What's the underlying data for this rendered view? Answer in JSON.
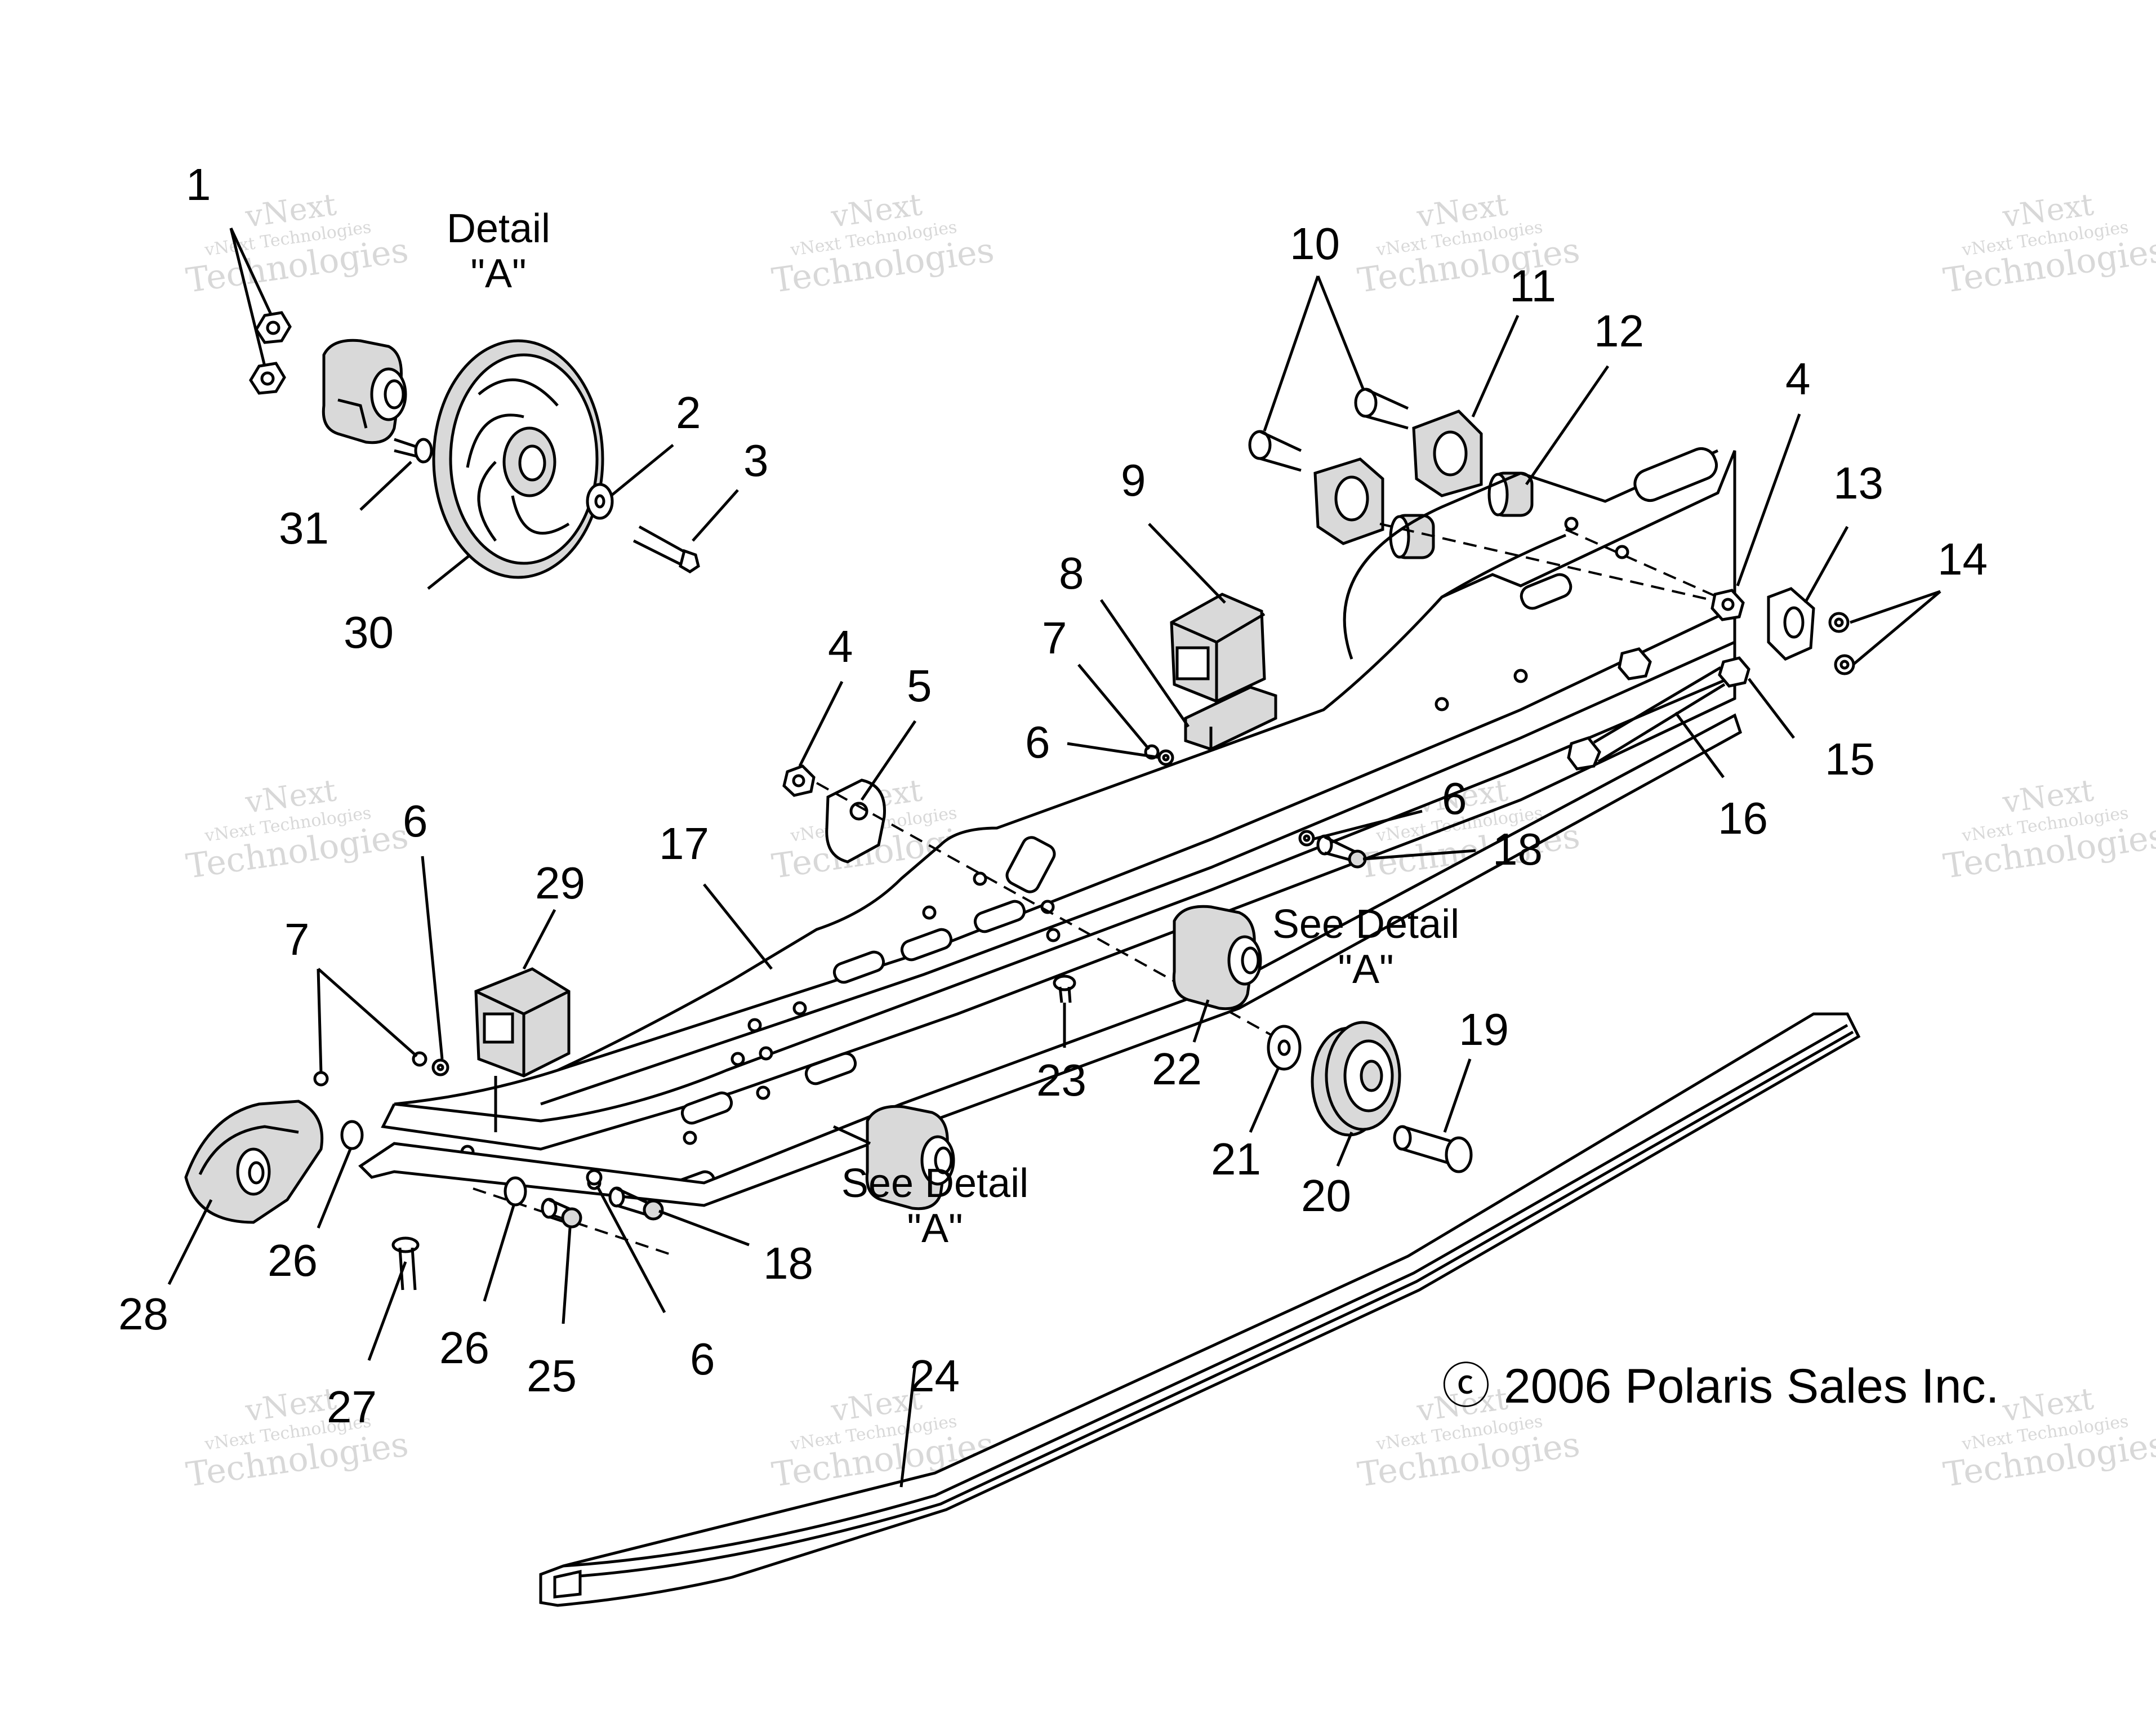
{
  "callouts": [
    {
      "id": "c1",
      "text": "1"
    },
    {
      "id": "c2",
      "text": "2"
    },
    {
      "id": "c3",
      "text": "3"
    },
    {
      "id": "c4a",
      "text": "4"
    },
    {
      "id": "c4b",
      "text": "4"
    },
    {
      "id": "c5",
      "text": "5"
    },
    {
      "id": "c6a",
      "text": "6"
    },
    {
      "id": "c6b",
      "text": "6"
    },
    {
      "id": "c6c",
      "text": "6"
    },
    {
      "id": "c6d",
      "text": "6"
    },
    {
      "id": "c7a",
      "text": "7"
    },
    {
      "id": "c7b",
      "text": "7"
    },
    {
      "id": "c8",
      "text": "8"
    },
    {
      "id": "c9",
      "text": "9"
    },
    {
      "id": "c10",
      "text": "10"
    },
    {
      "id": "c11",
      "text": "11"
    },
    {
      "id": "c12",
      "text": "12"
    },
    {
      "id": "c13",
      "text": "13"
    },
    {
      "id": "c14",
      "text": "14"
    },
    {
      "id": "c15",
      "text": "15"
    },
    {
      "id": "c16",
      "text": "16"
    },
    {
      "id": "c17",
      "text": "17"
    },
    {
      "id": "c18a",
      "text": "18"
    },
    {
      "id": "c18b",
      "text": "18"
    },
    {
      "id": "c19",
      "text": "19"
    },
    {
      "id": "c20",
      "text": "20"
    },
    {
      "id": "c21",
      "text": "21"
    },
    {
      "id": "c22",
      "text": "22"
    },
    {
      "id": "c23",
      "text": "23"
    },
    {
      "id": "c24",
      "text": "24"
    },
    {
      "id": "c25",
      "text": "25"
    },
    {
      "id": "c26a",
      "text": "26"
    },
    {
      "id": "c26b",
      "text": "26"
    },
    {
      "id": "c27",
      "text": "27"
    },
    {
      "id": "c28",
      "text": "28"
    },
    {
      "id": "c29",
      "text": "29"
    },
    {
      "id": "c30",
      "text": "30"
    },
    {
      "id": "c31",
      "text": "31"
    }
  ],
  "captions": {
    "detail_a_line1": "Detail",
    "detail_a_line2": "\"A\"",
    "see_detail_upper_line1": "See Detail",
    "see_detail_upper_line2": "\"A\"",
    "see_detail_lower_line1": "See Detail",
    "see_detail_lower_line2": "\"A\""
  },
  "copyright": "ⓒ 2006 Polaris Sales Inc.",
  "watermark": {
    "line1": "vNext",
    "line2": "vNext Technologies",
    "line3": "Technologies"
  }
}
